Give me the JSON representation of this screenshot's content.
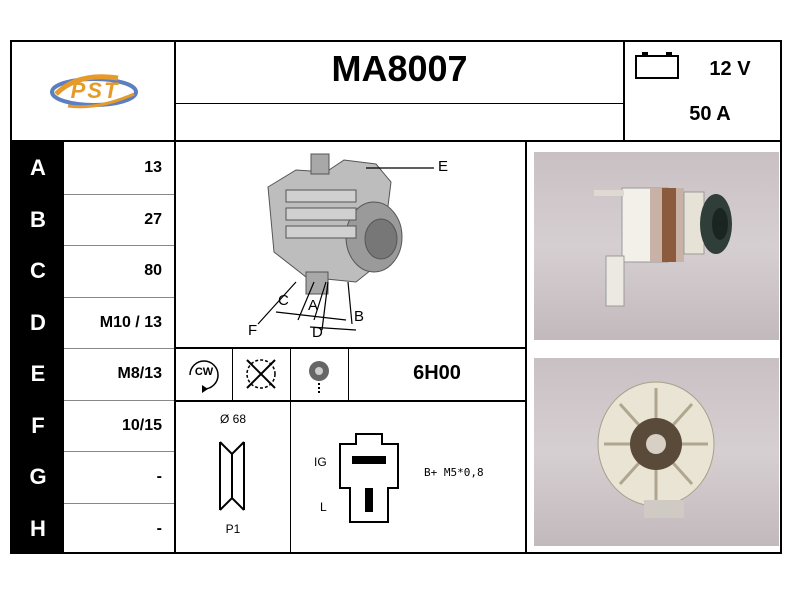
{
  "header": {
    "logo_text": "PST",
    "part_number": "MA8007",
    "voltage": "12 V",
    "amperage": "50 A"
  },
  "dimensions": [
    {
      "letter": "A",
      "value": "13"
    },
    {
      "letter": "B",
      "value": "27"
    },
    {
      "letter": "C",
      "value": "80"
    },
    {
      "letter": "D",
      "value": "M10 / 13"
    },
    {
      "letter": "E",
      "value": "M8/13"
    },
    {
      "letter": "F",
      "value": "10/15"
    },
    {
      "letter": "G",
      "value": "-"
    },
    {
      "letter": "H",
      "value": "-"
    }
  ],
  "diagram_labels": {
    "e": "E",
    "c": "C",
    "a": "A",
    "b": "B",
    "f": "F",
    "d": "D"
  },
  "rotation": {
    "cw_label": "CW",
    "clock_code": "6H00"
  },
  "pulley": {
    "diameter": "Ø 68",
    "type": "P1"
  },
  "connector": {
    "ig": "IG",
    "l": "L",
    "b_plus": "B+ M5*0,8"
  },
  "colors": {
    "logo_orange": "#e59a2a",
    "logo_blue": "#5b7fc0",
    "letter_bg": "#000000"
  }
}
